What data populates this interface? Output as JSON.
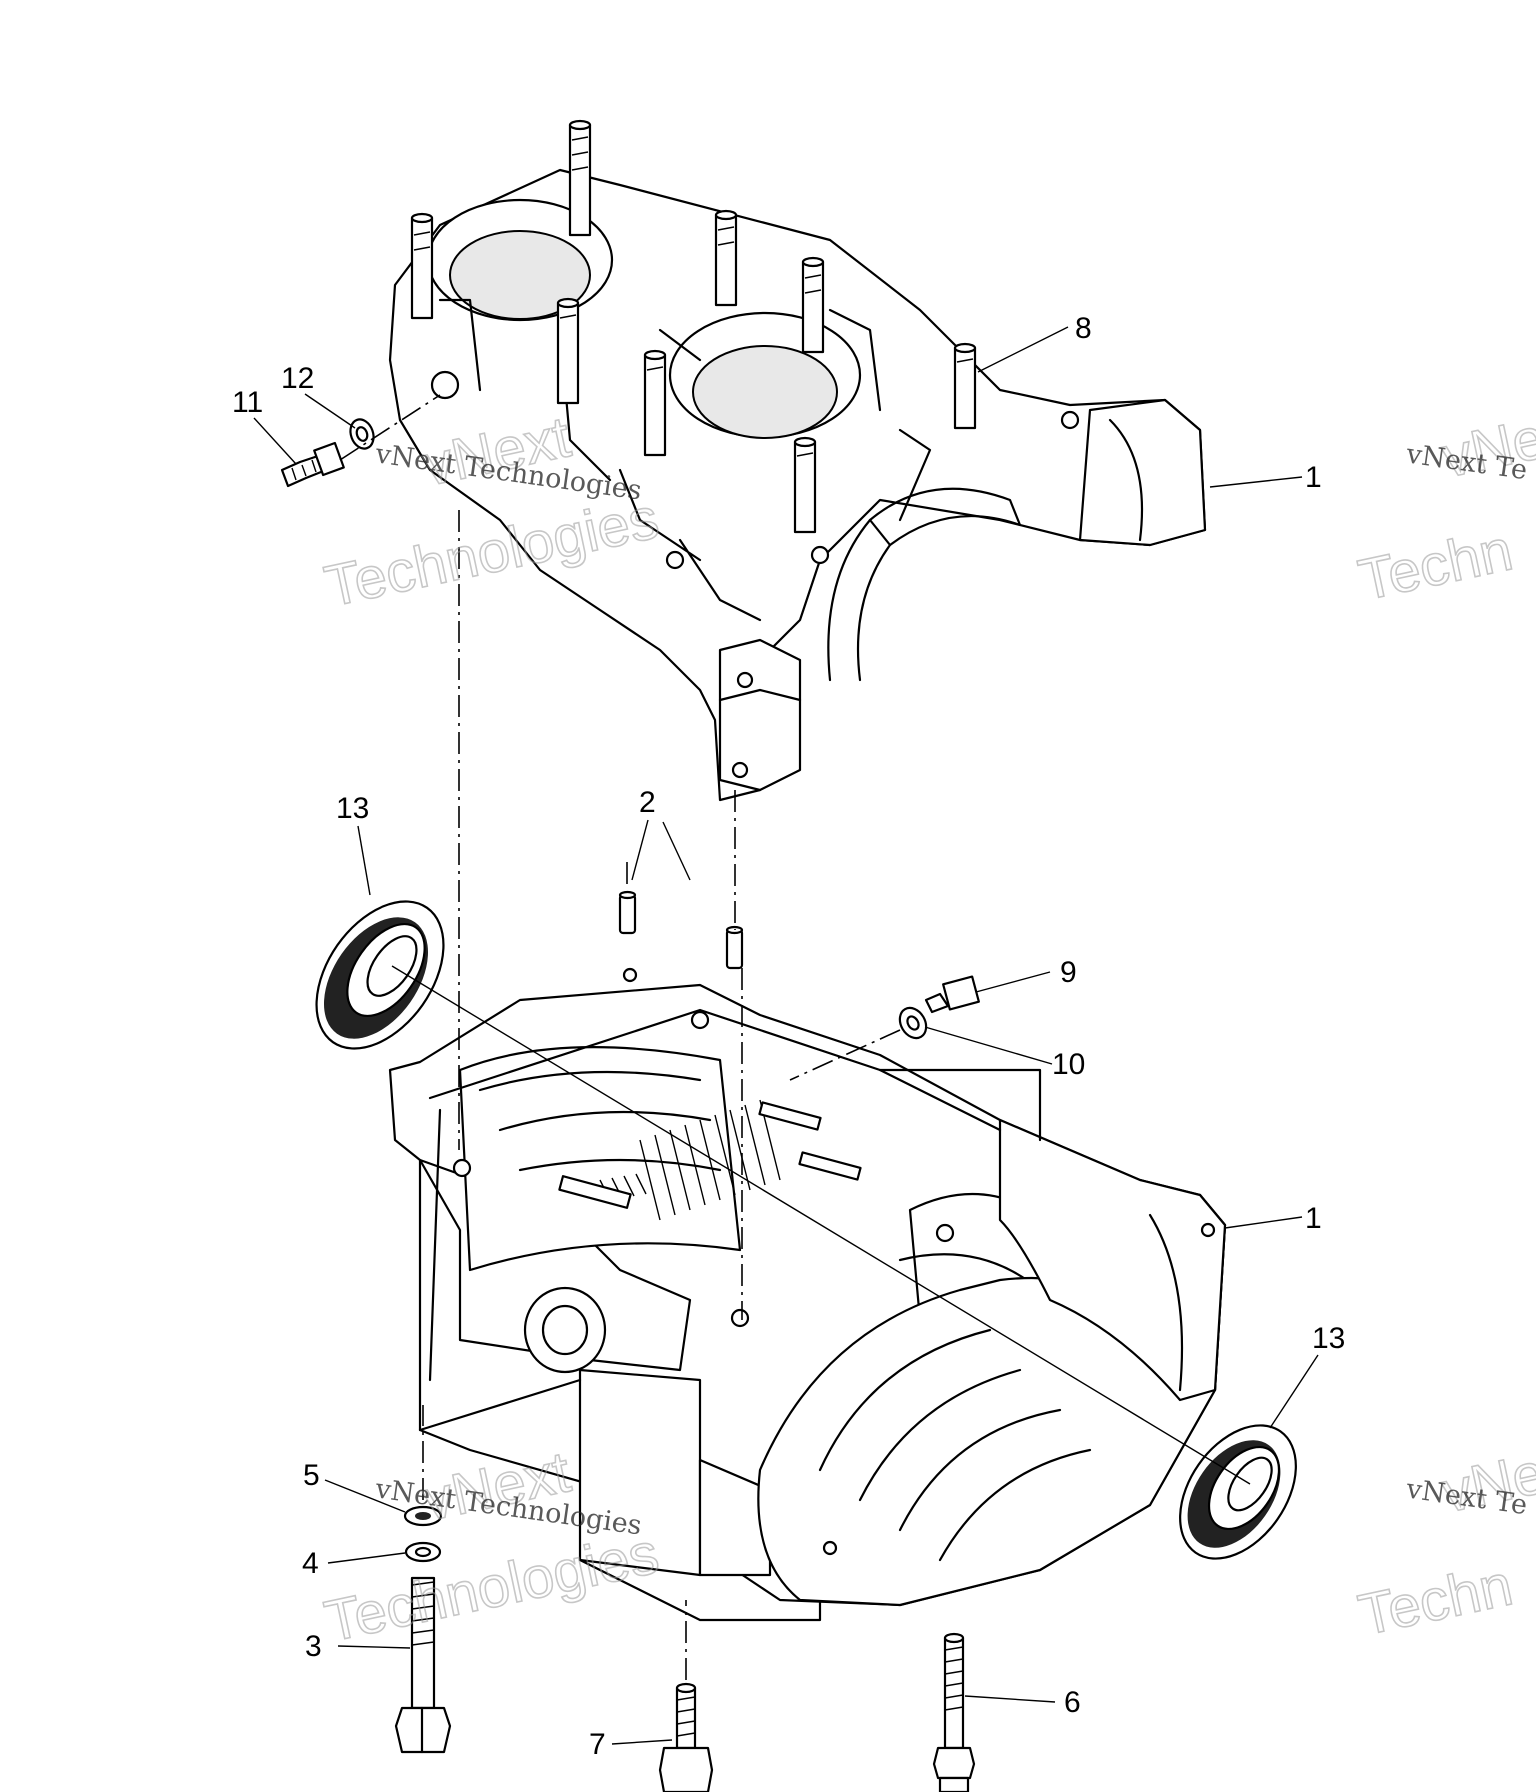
{
  "diagram": {
    "callouts": [
      {
        "id": "c1a",
        "label": "1"
      },
      {
        "id": "c1b",
        "label": "1"
      },
      {
        "id": "c2",
        "label": "2"
      },
      {
        "id": "c3",
        "label": "3"
      },
      {
        "id": "c4",
        "label": "4"
      },
      {
        "id": "c5",
        "label": "5"
      },
      {
        "id": "c6",
        "label": "6"
      },
      {
        "id": "c7",
        "label": "7"
      },
      {
        "id": "c8",
        "label": "8"
      },
      {
        "id": "c9",
        "label": "9"
      },
      {
        "id": "c10",
        "label": "10"
      },
      {
        "id": "c11",
        "label": "11"
      },
      {
        "id": "c12",
        "label": "12"
      },
      {
        "id": "c13a",
        "label": "13"
      },
      {
        "id": "c13b",
        "label": "13"
      }
    ],
    "watermark": {
      "company": "vNext Technologies",
      "line1": "vNext",
      "line2": "Technologies",
      "cut_company": "vNext Te",
      "cut_line1": "vNe",
      "cut_line2": "Techn"
    }
  }
}
